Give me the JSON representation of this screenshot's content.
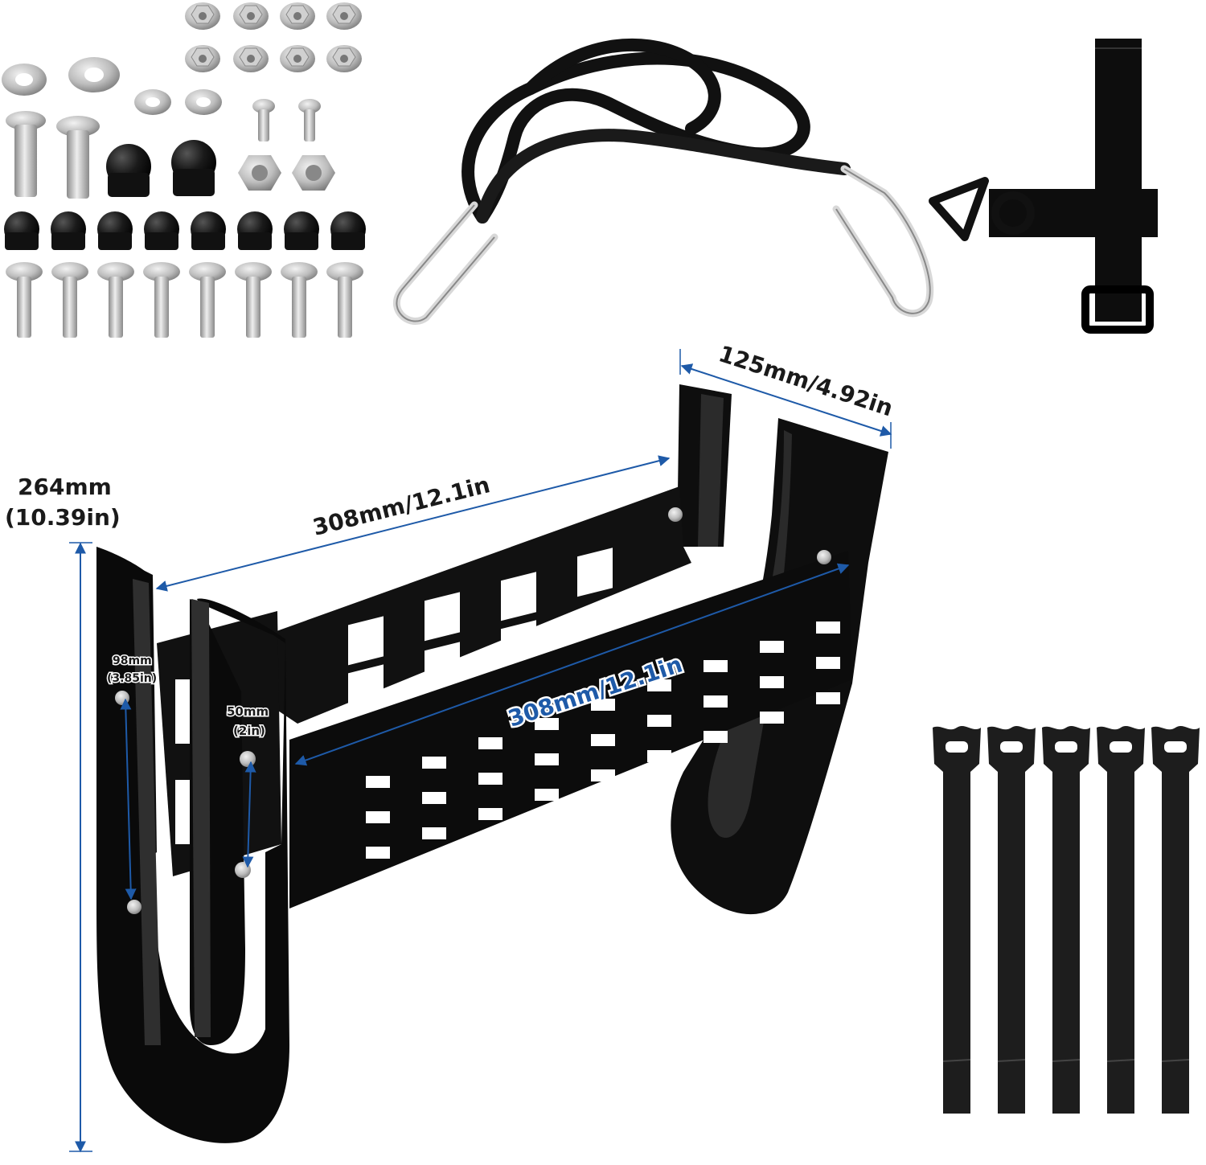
{
  "dimensions": {
    "height": "264mm",
    "height_in": "(10.39in)",
    "depth": "125mm/4.92in",
    "width_back": "308mm/12.1in",
    "width_front": "308mm/12.1in",
    "hole_spacing_a": "98mm",
    "hole_spacing_a_in": "(3.85in)",
    "hole_spacing_b": "50mm",
    "hole_spacing_b_in": "(2in)"
  },
  "colors": {
    "metal": "#111111",
    "blue_dimension": "#1e5aa8",
    "steel": "#c9c9c9",
    "carabiner": "#d8d8d8"
  },
  "items": {
    "hardware_kit": "hardware-kit-icon",
    "bungee_cord": "bungee-cord-icon",
    "strap_with_clip": "strap-clip-icon",
    "rack_bracket": "rack-bracket-icon",
    "hook_loop_straps_count": 5
  }
}
